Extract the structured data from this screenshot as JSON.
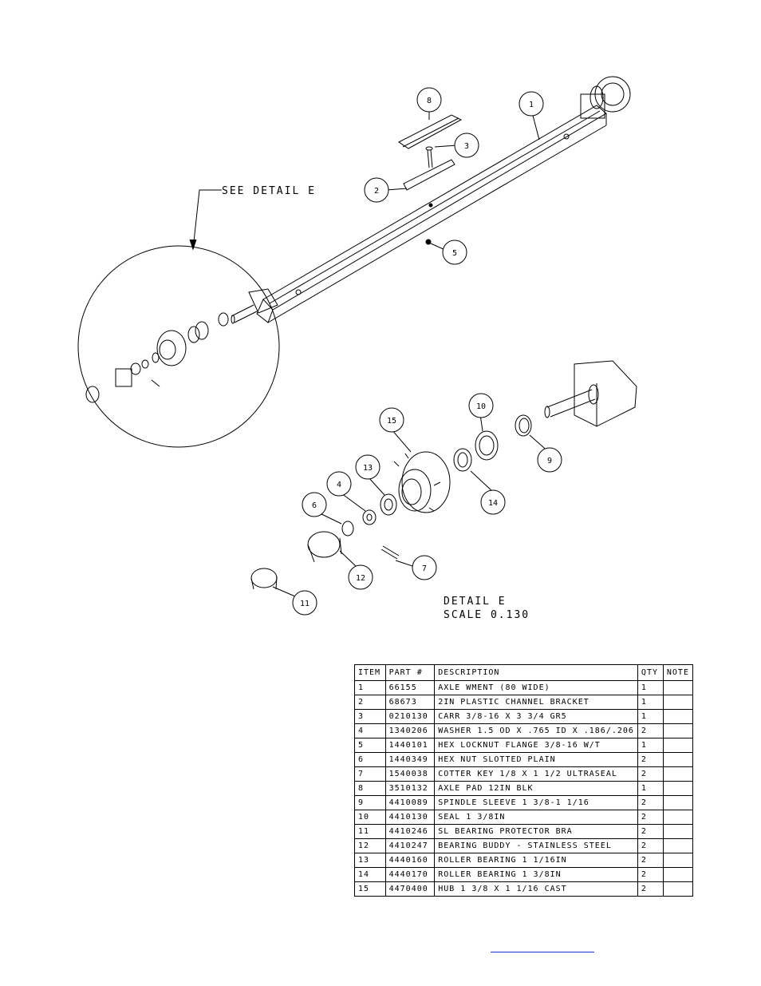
{
  "labels": {
    "see_detail": "SEE DETAIL  E",
    "detail_title": "DETAIL  E",
    "detail_scale": "SCALE  0.130"
  },
  "balloons": [
    "1",
    "2",
    "3",
    "4",
    "5",
    "6",
    "7",
    "8",
    "9",
    "10",
    "11",
    "12",
    "13",
    "14",
    "15"
  ],
  "bom": {
    "headers": {
      "item": "ITEM",
      "part": "PART #",
      "description": "DESCRIPTION",
      "qty": "QTY",
      "note": "NOTE"
    },
    "rows": [
      {
        "item": "1",
        "part": "66155",
        "description": "AXLE WMENT (80 WIDE)",
        "qty": "1",
        "note": ""
      },
      {
        "item": "2",
        "part": "68673",
        "description": "2IN PLASTIC CHANNEL BRACKET",
        "qty": "1",
        "note": ""
      },
      {
        "item": "3",
        "part": "0210130",
        "description": "CARR 3/8-16 X 3 3/4 GR5",
        "qty": "1",
        "note": ""
      },
      {
        "item": "4",
        "part": "1340206",
        "description": "WASHER 1.5 OD X .765 ID X .186/.206",
        "qty": "2",
        "note": ""
      },
      {
        "item": "5",
        "part": "1440101",
        "description": "HEX LOCKNUT FLANGE 3/8-16 W/T",
        "qty": "1",
        "note": ""
      },
      {
        "item": "6",
        "part": "1440349",
        "description": "HEX NUT SLOTTED PLAIN",
        "qty": "2",
        "note": ""
      },
      {
        "item": "7",
        "part": "1540038",
        "description": "COTTER KEY 1/8 X 1 1/2 ULTRASEAL",
        "qty": "2",
        "note": ""
      },
      {
        "item": "8",
        "part": "3510132",
        "description": "AXLE PAD 12IN  BLK",
        "qty": "1",
        "note": ""
      },
      {
        "item": "9",
        "part": "4410089",
        "description": "SPINDLE SLEEVE  1 3/8-1 1/16",
        "qty": "2",
        "note": ""
      },
      {
        "item": "10",
        "part": "4410130",
        "description": "SEAL  1 3/8IN",
        "qty": "2",
        "note": ""
      },
      {
        "item": "11",
        "part": "4410246",
        "description": "SL BEARING PROTECTOR BRA",
        "qty": "2",
        "note": ""
      },
      {
        "item": "12",
        "part": "4410247",
        "description": "BEARING BUDDY - STAINLESS STEEL",
        "qty": "2",
        "note": ""
      },
      {
        "item": "13",
        "part": "4440160",
        "description": "ROLLER BEARING   1 1/16IN",
        "qty": "2",
        "note": ""
      },
      {
        "item": "14",
        "part": "4440170",
        "description": "ROLLER BEARING   1 3/8IN",
        "qty": "2",
        "note": ""
      },
      {
        "item": "15",
        "part": "4470400",
        "description": "HUB   1 3/8 X 1 1/16 CAST",
        "qty": "2",
        "note": ""
      }
    ]
  },
  "colors": {
    "line": "#000000",
    "link": "#1a33cc"
  }
}
